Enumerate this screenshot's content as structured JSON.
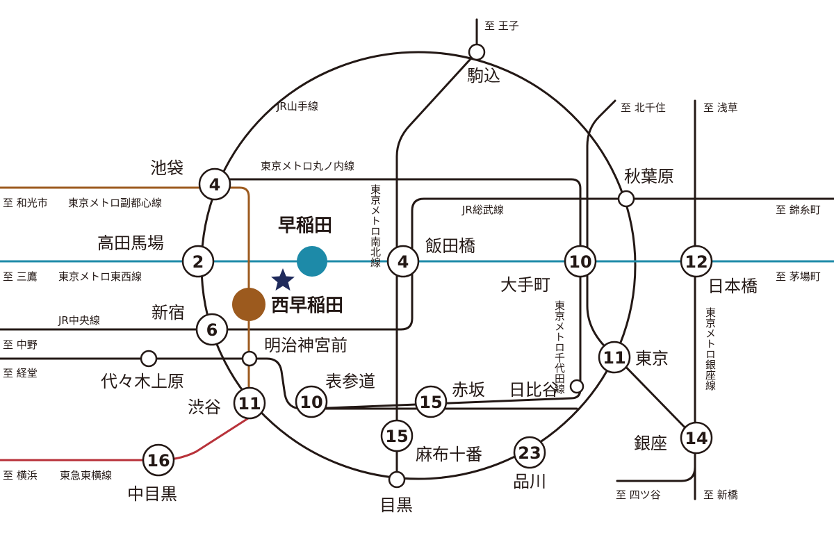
{
  "colors": {
    "ink": "#231815",
    "tozai": "#1d8aa8",
    "fukutoshin": "#9c5a1e",
    "toyoko": "#b8323a",
    "star": "#1f2a5c"
  },
  "highlight": {
    "waseda": "早稲田",
    "nishi_waseda": "西早稲田"
  },
  "lines": {
    "yamanote": "JR山手線",
    "marunouchi": "東京メトロ丸ノ内線",
    "fukutoshin": "東京メトロ副都心線",
    "tozai": "東京メトロ東西線",
    "chuo": "JR中央線",
    "sobu": "JR総武線",
    "namboku": "東京メトロ南北線",
    "chiyoda": "東京メトロ千代田線",
    "ginza": "東京メトロ銀座線",
    "toyoko": "東急東横線"
  },
  "directions": {
    "oji": "至 王子",
    "kitasenju": "至 北千住",
    "asakusa": "至 浅草",
    "wakoshi": "至 和光市",
    "kinshicho": "至 錦糸町",
    "mitaka": "至 三鷹",
    "kayabacho": "至 茅場町",
    "nakano": "至 中野",
    "kyodo": "至 経堂",
    "yokohama": "至 横浜",
    "yotsuya": "至 四ツ谷",
    "shimbashi": "至 新橋"
  },
  "stations": {
    "komagome": "駒込",
    "ikebukuro": "池袋",
    "takadanobaba": "高田馬場",
    "shinjuku": "新宿",
    "yoyogiuehara": "代々木上原",
    "meijijingumae": "明治神宮前",
    "shibuya": "渋谷",
    "nakameguro": "中目黒",
    "meguro": "目黒",
    "omotesando": "表参道",
    "akasaka": "赤坂",
    "hibiya": "日比谷",
    "azabujuban": "麻布十番",
    "shinagawa": "品川",
    "iidabashi": "飯田橋",
    "otemachi": "大手町",
    "akihabara": "秋葉原",
    "tokyo": "東京",
    "nihombashi": "日本橋",
    "ginza": "銀座"
  },
  "times": {
    "ikebukuro": "4",
    "takadanobaba": "2",
    "shinjuku": "6",
    "shibuya": "11",
    "nakameguro": "16",
    "omotesando": "10",
    "akasaka": "15",
    "azabujuban": "15",
    "shinagawa": "23",
    "iidabashi": "4",
    "otemachi": "10",
    "tokyo": "11",
    "nihombashi": "12",
    "ginza": "14"
  }
}
